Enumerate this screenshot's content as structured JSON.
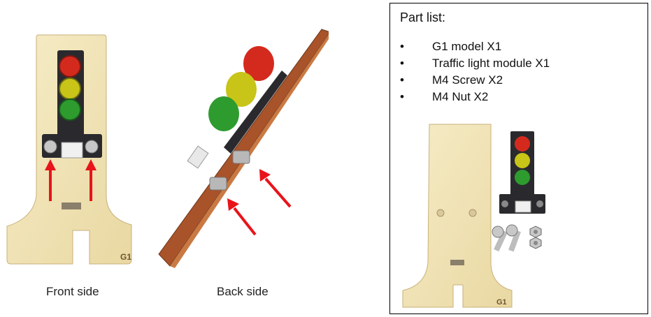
{
  "figures": {
    "front": {
      "caption": "Front side",
      "board_label": "G1"
    },
    "back": {
      "caption": "Back side"
    },
    "parts": {
      "board_label": "G1"
    }
  },
  "part_list": {
    "title": "Part list:",
    "bullet": "•",
    "items": [
      {
        "label": "G1 model X1"
      },
      {
        "label": "Traffic light module X1"
      },
      {
        "label": "M4 Screw X2"
      },
      {
        "label": "M4 Nut X2"
      }
    ]
  },
  "colors": {
    "wood": "#f1e3b4",
    "wood_edge": "#c9b07a",
    "module_pcb": "#2a2a2e",
    "led_red": "#d42a1e",
    "led_yellow": "#c8c418",
    "led_green": "#2e9b2e",
    "arrow": "#e8141a",
    "burnt_wood": "#a8532a"
  }
}
